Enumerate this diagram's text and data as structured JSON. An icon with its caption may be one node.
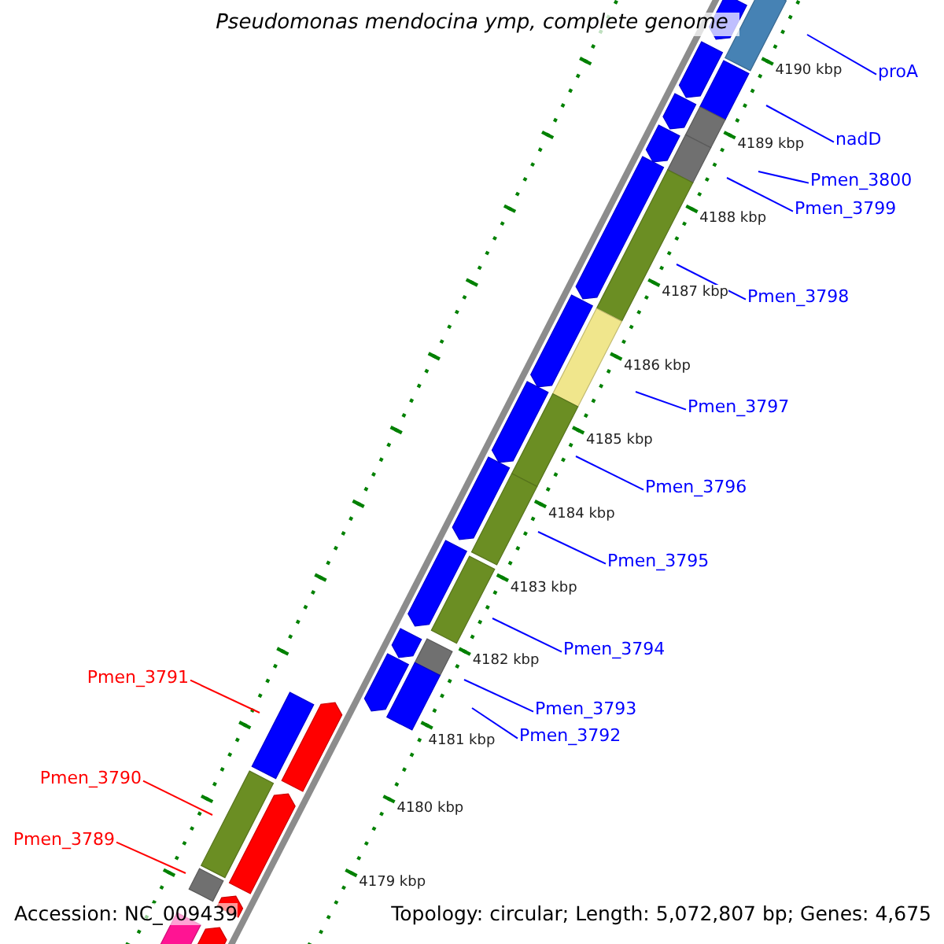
{
  "diagram": {
    "title": "Pseudomonas mendocina ymp, complete genome",
    "nodes": [
      {
        "text": [
          "proA"
        ]
      },
      {
        "text": [
          "nadD"
        ]
      },
      {
        "text": [
          "Pmen_3800"
        ]
      },
      {
        "text": [
          "Pmen_3799"
        ]
      },
      {
        "text": [
          "Pmen_3798"
        ]
      },
      {
        "text": [
          "Pmen_3797"
        ]
      },
      {
        "text": [
          "Pmen_3796"
        ]
      },
      {
        "text": [
          "Pmen_3795"
        ]
      },
      {
        "text": [
          "Pmen_3794"
        ]
      },
      {
        "text": [
          "Pmen_3793"
        ]
      },
      {
        "text": [
          "Pmen_3792"
        ]
      },
      {
        "text": [
          "Pmen_3791"
        ]
      },
      {
        "text": [
          "Pmen_3790"
        ]
      },
      {
        "text": [
          "Pmen_3789"
        ]
      }
    ],
    "edges": [
      {
        "from": 0,
        "to": null,
        "arrow": "none"
      },
      {
        "from": 1,
        "to": null,
        "arrow": "none"
      },
      {
        "from": 2,
        "to": null,
        "arrow": "none"
      },
      {
        "from": 3,
        "to": null,
        "arrow": "none"
      },
      {
        "from": 4,
        "to": null,
        "arrow": "none"
      },
      {
        "from": 5,
        "to": null,
        "arrow": "none"
      },
      {
        "from": 6,
        "to": null,
        "arrow": "none"
      },
      {
        "from": 7,
        "to": null,
        "arrow": "none"
      },
      {
        "from": 8,
        "to": null,
        "arrow": "none"
      },
      {
        "from": 9,
        "to": null,
        "arrow": "none"
      },
      {
        "from": 10,
        "to": null,
        "arrow": "none"
      },
      {
        "from": 11,
        "to": null,
        "arrow": "none",
        "color": "#ff0000"
      },
      {
        "from": 12,
        "to": null,
        "arrow": "none",
        "color": "#ff0000"
      },
      {
        "from": 13,
        "to": null,
        "arrow": "none",
        "color": "#ff0000"
      }
    ],
    "labels": [
      "4190 kbp",
      "4189 kbp",
      "4188 kbp",
      "4187 kbp",
      "4186 kbp",
      "4185 kbp",
      "4184 kbp",
      "4183 kbp",
      "4182 kbp",
      "4181 kbp",
      "4180 kbp",
      "4179 kbp",
      "Accession: NC_009439",
      "Topology: circular; Length: 5,072,807 bp; Genes: 4,675"
    ]
  }
}
